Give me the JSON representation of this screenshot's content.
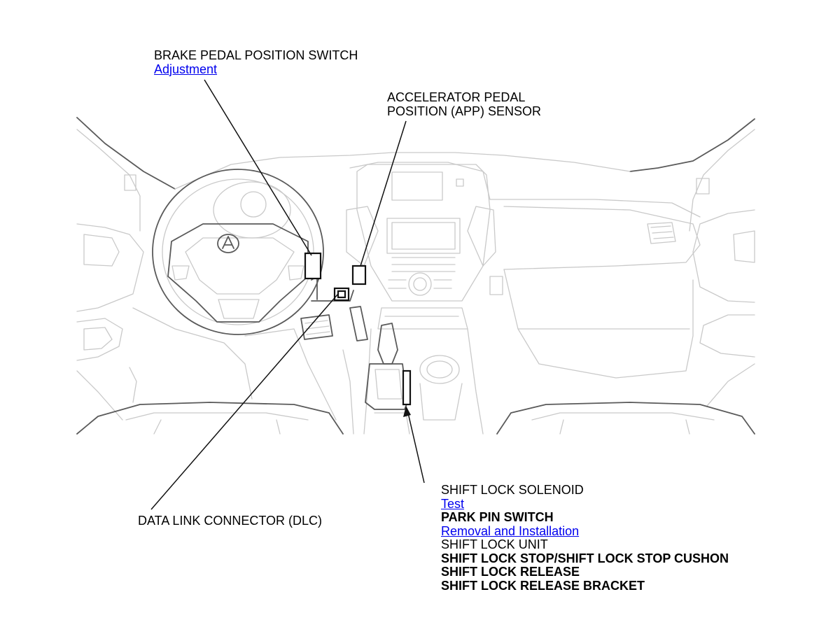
{
  "labels": {
    "brake_pedal_switch": {
      "title": "BRAKE PEDAL POSITION SWITCH",
      "link": "Adjustment"
    },
    "app_sensor": {
      "line1": "ACCELERATOR PEDAL",
      "line2": "POSITION (APP) SENSOR"
    },
    "dlc": {
      "title": "DATA LINK CONNECTOR (DLC)"
    },
    "shift_lock": {
      "title": "SHIFT LOCK SOLENOID",
      "link_test": "Test",
      "park_pin": "PARK PIN SWITCH",
      "link_removal": "Removal and Installation",
      "unit": "SHIFT LOCK UNIT",
      "stop_cushion": "SHIFT LOCK STOP/SHIFT LOCK STOP CUSHON",
      "release": "SHIFT LOCK RELEASE",
      "release_bracket": "SHIFT LOCK RELEASE BRACKET"
    }
  }
}
